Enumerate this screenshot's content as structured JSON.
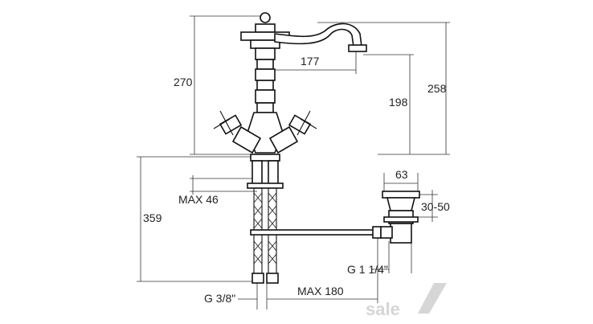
{
  "dimensions": {
    "height_total": "270",
    "spout_reach": "177",
    "spout_height": "258",
    "spout_clearance": "198",
    "max_deck": "MAX 46",
    "hose_length": "359",
    "supply_thread": "G 3/8\"",
    "rod_length": "MAX 180",
    "waste_width": "63",
    "waste_range": "30-50",
    "waste_thread": "G 1 1/4\""
  },
  "logo": {
    "text": "sale"
  },
  "colors": {
    "line": "#111111",
    "logo": "#d6d6d6"
  }
}
